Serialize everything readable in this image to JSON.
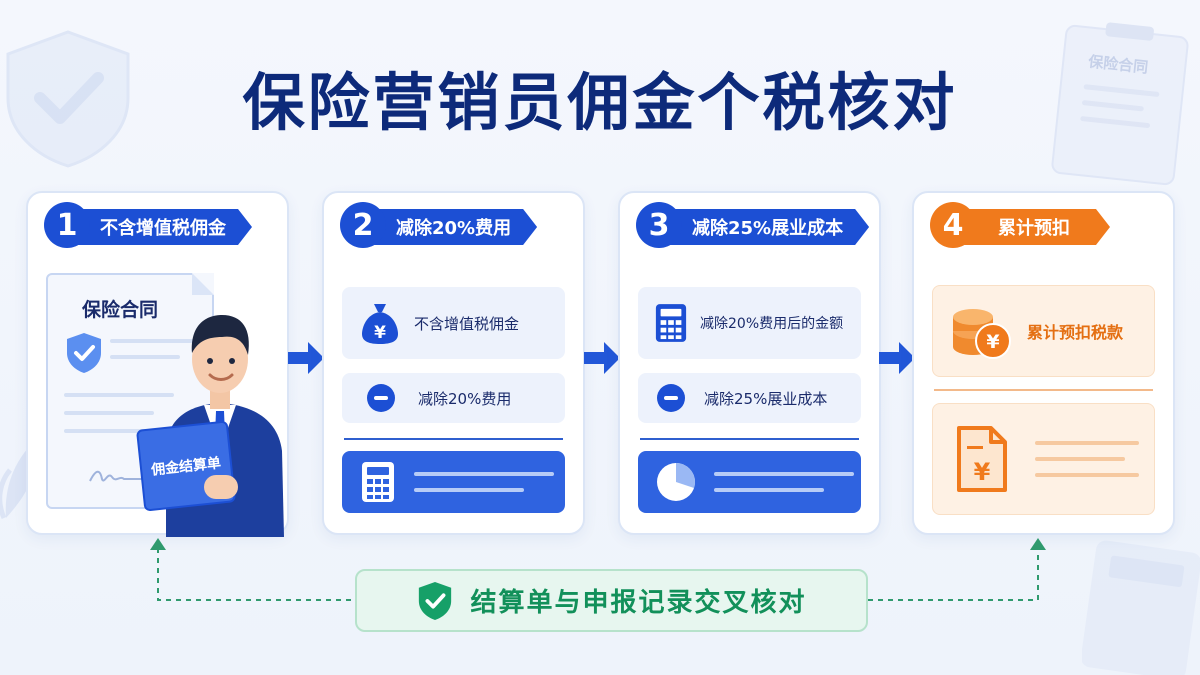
{
  "title": "保险营销员佣金个税核对",
  "steps": [
    {
      "num": "1",
      "label": "不含增值税佣金",
      "doc_title": "保险合同",
      "badge": "佣金结算单"
    },
    {
      "num": "2",
      "label": "减除20%费用",
      "row1": "不含增值税佣金",
      "row2": "减除20%费用"
    },
    {
      "num": "3",
      "label": "减除25%展业成本",
      "row1": "减除20%费用后的金额",
      "row2": "减除25%展业成本"
    },
    {
      "num": "4",
      "label": "累计预扣",
      "row1": "累计预扣税款"
    }
  ],
  "banner": "结算单与申报记录交叉核对",
  "deco": {
    "clipboard_title": "保险合同"
  },
  "icons": {
    "yuan": "¥",
    "minus": "minus-circle-icon",
    "calculator": "calculator-icon",
    "pie": "pie-chart-icon",
    "coins": "coins-icon",
    "document": "document-yuan-icon",
    "check": "shield-check-icon"
  },
  "colors": {
    "primary": "#1c4fd4",
    "accent": "#f07a1c",
    "success": "#12905a",
    "title": "#0d2a7a"
  }
}
